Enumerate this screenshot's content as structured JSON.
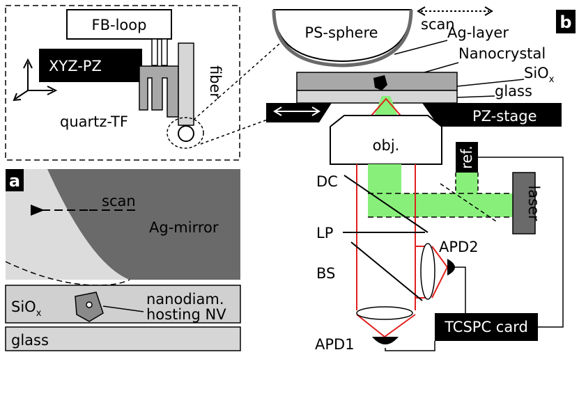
{
  "panel_a": {
    "letter": "a",
    "inset": {
      "fb_loop": "FB-loop",
      "xyz_pz": "XYZ-PZ",
      "fiber": "fiber",
      "quartz_tf": "quartz-TF"
    },
    "detail": {
      "scan": "scan",
      "ag_mirror": "Ag-mirror",
      "sio_x": "SiO",
      "sio_x_sub": "x",
      "nanodiam_line1": "nanodiam.",
      "nanodiam_line2": "hosting NV",
      "glass": "glass"
    }
  },
  "panel_b": {
    "letter": "b",
    "ps_sphere": "PS-sphere",
    "scan": "scan",
    "ag_layer": "Ag-layer",
    "nanocrystal": "Nanocrystal",
    "sio_x": "SiO",
    "sio_x_sub": "x",
    "glass": "glass",
    "pz_stage": "PZ-stage",
    "obj": "obj.",
    "ref": "ref.",
    "laser": "laser",
    "dc": "DC",
    "lp": "LP",
    "bs": "BS",
    "apd1": "APD1",
    "apd2": "APD2",
    "tcspc": "TCSPC card"
  },
  "colors": {
    "laser_green": "#88f07a",
    "fluorescence_red": "#e0201c",
    "dark_gray": "#686868",
    "light_gray": "#d6d6d6",
    "mid_gray": "#a8a8a8"
  }
}
